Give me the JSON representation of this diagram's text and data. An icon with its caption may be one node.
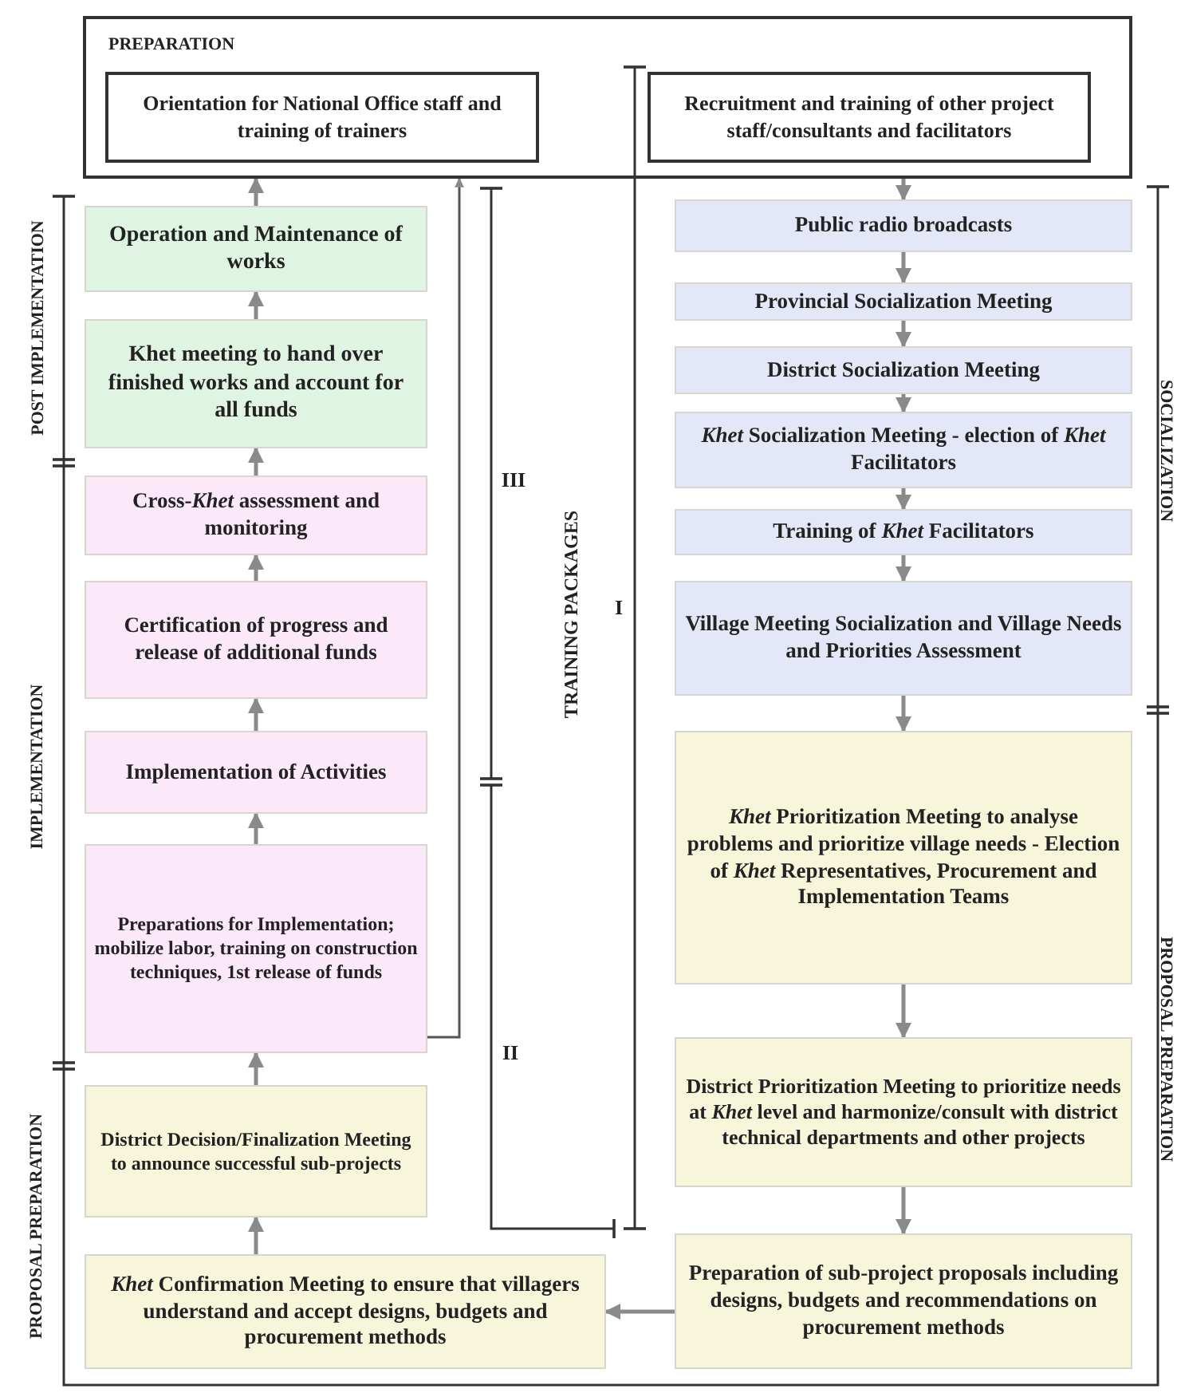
{
  "diagram": {
    "nodes": [
      {
        "text": [
          "PREPARATION"
        ]
      },
      {
        "text": [
          "Orientation for National Office staff and training of trainers"
        ],
        "in": 0
      },
      {
        "text": [
          "Recruitment and training of other project staff/consultants and facilitators"
        ],
        "in": 0
      },
      {
        "text": [
          "Operation and Maintenance of works"
        ]
      },
      {
        "text": [
          "Khet meeting to hand over finished works and account for all funds"
        ]
      },
      {
        "text": [
          "Cross-*Khet* assessment and monitoring"
        ]
      },
      {
        "text": [
          "Certification of progress and release of additional funds"
        ]
      },
      {
        "text": [
          "Implementation of Activities"
        ]
      },
      {
        "text": [
          "Preparations for Implementation; mobilize labor, training on construction techniques, 1st release of funds"
        ]
      },
      {
        "text": [
          "District Decision/Finalization Meeting to announce successful sub-projects"
        ]
      },
      {
        "text": [
          "*Khet* Confirmation Meeting to ensure that villagers understand and accept designs, budgets and procurement methods"
        ]
      },
      {
        "text": [
          "Public radio broadcasts"
        ]
      },
      {
        "text": [
          "Provincial Socialization Meeting"
        ]
      },
      {
        "text": [
          "District Socialization Meeting"
        ]
      },
      {
        "text": [
          "*Khet* Socialization Meeting - election of *Khet* Facilitators"
        ]
      },
      {
        "text": [
          "Training of *Khet* Facilitators"
        ]
      },
      {
        "text": [
          "Village Meeting Socialization and Village Needs and Priorities Assessment"
        ]
      },
      {
        "text": [
          "*Khet* Prioritization Meeting to analyse problems and prioritize village needs - Election of *Khet* Representatives, Procurement and Implementation Teams"
        ]
      },
      {
        "text": [
          "District Prioritization Meeting to prioritize needs at *Khet* level and harmonize/consult with district technical departments and other projects"
        ]
      },
      {
        "text": [
          "Preparation of sub-project proposals including designs, budgets and recommendations on procurement methods"
        ]
      }
    ],
    "edges": [
      {
        "from": 3,
        "to": 0,
        "arrow": "to"
      },
      {
        "from": 4,
        "to": 3,
        "arrow": "to"
      },
      {
        "from": 5,
        "to": 4,
        "arrow": "to"
      },
      {
        "from": 6,
        "to": 5,
        "arrow": "to"
      },
      {
        "from": 7,
        "to": 6,
        "arrow": "to"
      },
      {
        "from": 8,
        "to": 7,
        "arrow": "to"
      },
      {
        "from": 9,
        "to": 8,
        "arrow": "to"
      },
      {
        "from": 10,
        "to": 9,
        "arrow": "to"
      },
      {
        "from": 8,
        "to": 0,
        "arrow": "to"
      },
      {
        "from": 0,
        "to": 11,
        "arrow": "to"
      },
      {
        "from": 11,
        "to": 12,
        "arrow": "to"
      },
      {
        "from": 12,
        "to": 13,
        "arrow": "to"
      },
      {
        "from": 13,
        "to": 14,
        "arrow": "to"
      },
      {
        "from": 14,
        "to": 15,
        "arrow": "to"
      },
      {
        "from": 15,
        "to": 16,
        "arrow": "to"
      },
      {
        "from": 16,
        "to": 17,
        "arrow": "to"
      },
      {
        "from": 17,
        "to": 18,
        "arrow": "to"
      },
      {
        "from": 18,
        "to": 19,
        "arrow": "to"
      },
      {
        "from": 19,
        "to": 10,
        "arrow": "to"
      }
    ],
    "labels": [
      "POST IMPLEMENTATION",
      "IMPLEMENTATION",
      "PROPOSAL PREPARATION",
      "III",
      "TRAINING PACKAGES",
      "I",
      "II",
      "SOCIALIZATION",
      "PROPOSAL PREPARATION"
    ]
  }
}
